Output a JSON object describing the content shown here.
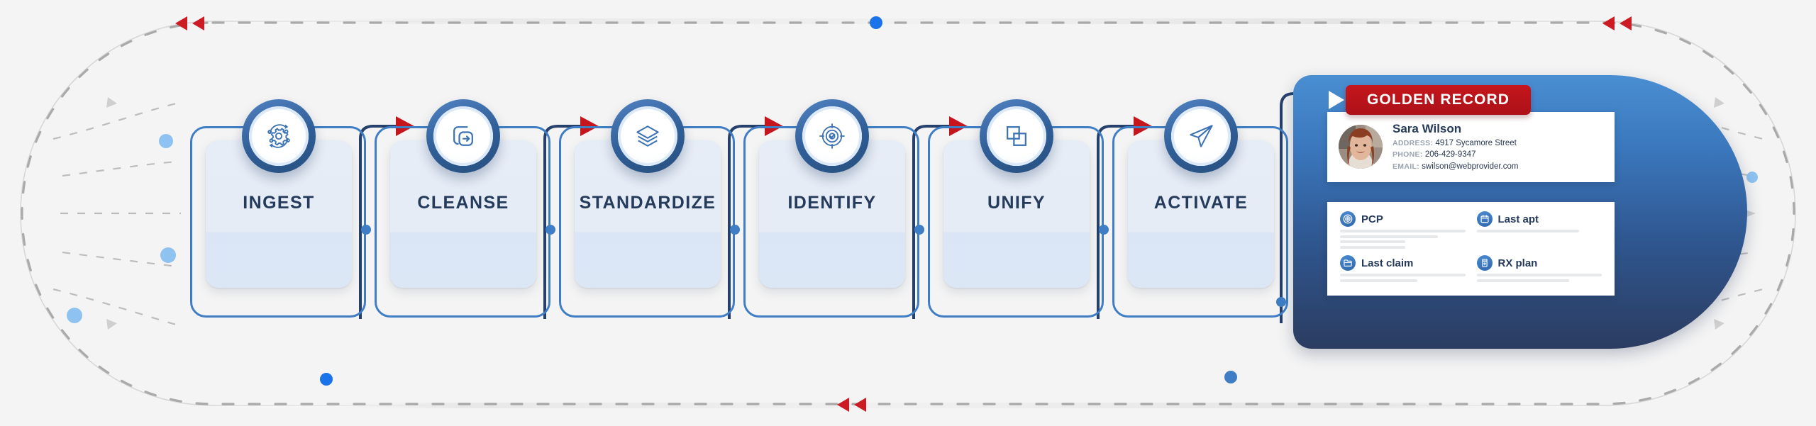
{
  "diagram": {
    "title": "Data management pipeline to golden record",
    "background_color": "#f4f4f4",
    "accent_blue": "#3f7ec4",
    "accent_navy": "#24406b",
    "accent_red": "#c4161c"
  },
  "steps": [
    {
      "label": "INGEST",
      "icon": "gear-refresh-icon"
    },
    {
      "label": "CLEANSE",
      "icon": "duplicate-arrow-icon"
    },
    {
      "label": "STANDARDIZE",
      "icon": "layers-icon"
    },
    {
      "label": "IDENTIFY",
      "icon": "target-check-icon"
    },
    {
      "label": "UNIFY",
      "icon": "merge-squares-icon"
    },
    {
      "label": "ACTIVATE",
      "icon": "paper-plane-icon"
    }
  ],
  "golden_record": {
    "badge_label": "GOLDEN RECORD",
    "person": {
      "name": "Sara Wilson",
      "fields": [
        {
          "key": "ADDRESS:",
          "value": "4917 Sycamore Street"
        },
        {
          "key": "PHONE:",
          "value": "206-429-9347"
        },
        {
          "key": "EMAIL:",
          "value": "swilson@webprovider.com"
        }
      ]
    },
    "tiles": [
      {
        "label": "PCP",
        "icon": "medical-plus-icon",
        "bars": 4
      },
      {
        "label": "Last apt",
        "icon": "calendar-icon",
        "bars": 1
      },
      {
        "label": "Last claim",
        "icon": "folder-icon",
        "bars": 2
      },
      {
        "label": "RX plan",
        "icon": "pill-bottle-icon",
        "bars": 2
      }
    ]
  }
}
